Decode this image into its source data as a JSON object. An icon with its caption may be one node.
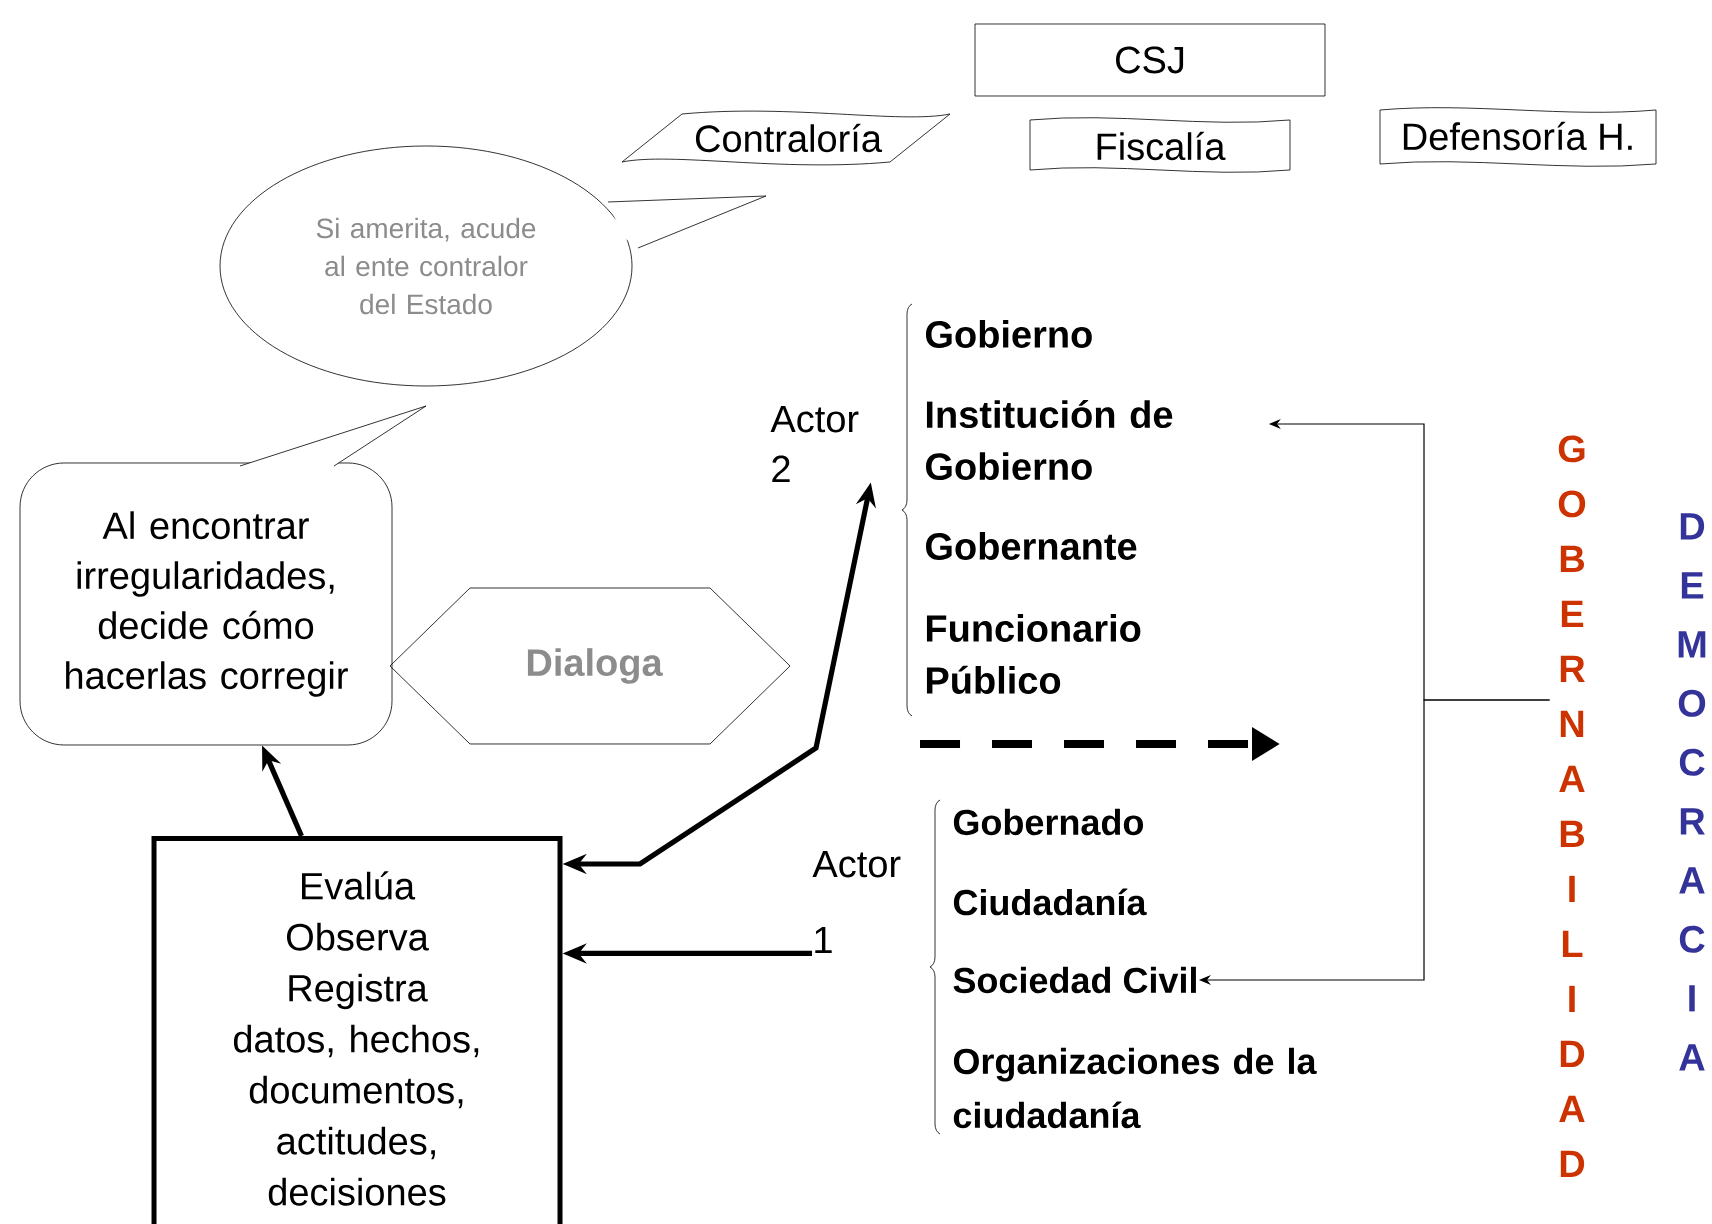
{
  "diagram": {
    "nodes": [
      {
        "text": [
          "CSJ"
        ]
      },
      {
        "text": [
          "Contraloría"
        ]
      },
      {
        "text": [
          "Fiscalía"
        ]
      },
      {
        "text": [
          "Defensoría H."
        ]
      },
      {
        "text": [
          "Si amerita, acude al ente contralor del Estado"
        ]
      },
      {
        "text": [
          "Al encontrar irregularidades, decide cómo hacerlas corregir"
        ]
      },
      {
        "text": [
          "Dialoga"
        ]
      },
      {
        "text": [
          "Evalúa",
          "Observa",
          "Registra datos, hechos, documentos, actitudes, decisiones"
        ]
      },
      {
        "text": [
          "Actor 2"
        ]
      },
      {
        "text": [
          "Gobierno"
        ]
      },
      {
        "text": [
          "Institución de Gobierno"
        ]
      },
      {
        "text": [
          "Gobernante"
        ]
      },
      {
        "text": [
          "Funcionario Público"
        ]
      },
      {
        "text": [
          "Actor 1"
        ]
      },
      {
        "text": [
          "Gobernado"
        ]
      },
      {
        "text": [
          "Ciudadanía"
        ]
      },
      {
        "text": [
          "Sociedad Civil"
        ]
      },
      {
        "text": [
          "Organizaciones de la ciudadanía"
        ]
      },
      {
        "text": [
          "GOBERNABILIDAD"
        ]
      }
    ],
    "edges": [
      {
        "from": 7,
        "to": 5,
        "arrow": "to"
      },
      {
        "from": 7,
        "to": 8,
        "arrow": "both"
      },
      {
        "from": 13,
        "to": 7,
        "arrow": "to"
      },
      {
        "from": 18,
        "to": 10,
        "arrow": "to"
      },
      {
        "from": 18,
        "to": 16,
        "arrow": "to"
      }
    ],
    "labels": [
      "DEMOCRACIA"
    ]
  }
}
